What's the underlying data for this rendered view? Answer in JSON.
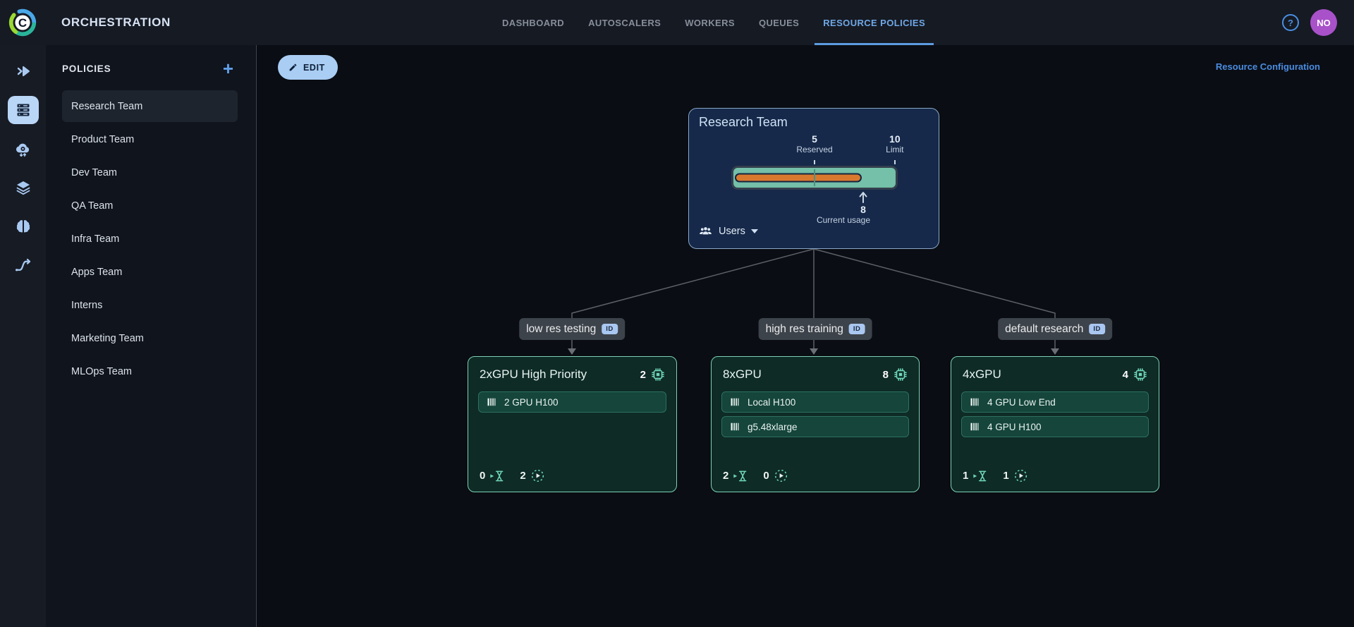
{
  "app": {
    "product": "ORCHESTRATION",
    "logo_letter": "C"
  },
  "nav": {
    "tabs": [
      {
        "label": "DASHBOARD",
        "active": false
      },
      {
        "label": "AUTOSCALERS",
        "active": false
      },
      {
        "label": "WORKERS",
        "active": false
      },
      {
        "label": "QUEUES",
        "active": false
      },
      {
        "label": "RESOURCE POLICIES",
        "active": true
      }
    ],
    "help_label": "?",
    "avatar_initials": "NO"
  },
  "rail": {
    "items": [
      {
        "icon": "fast-forward-icon",
        "active": false
      },
      {
        "icon": "servers-icon",
        "active": true
      },
      {
        "icon": "cloud-gear-icon",
        "active": false
      },
      {
        "icon": "layers-icon",
        "active": false
      },
      {
        "icon": "brain-icon",
        "active": false
      },
      {
        "icon": "pipeline-icon",
        "active": false
      }
    ]
  },
  "sidebar": {
    "title": "POLICIES",
    "add_button": "+",
    "items": [
      {
        "label": "Research Team",
        "selected": true
      },
      {
        "label": "Product Team",
        "selected": false
      },
      {
        "label": "Dev Team",
        "selected": false
      },
      {
        "label": "QA Team",
        "selected": false
      },
      {
        "label": "Infra Team",
        "selected": false
      },
      {
        "label": "Apps Team",
        "selected": false
      },
      {
        "label": "Interns",
        "selected": false
      },
      {
        "label": "Marketing Team",
        "selected": false
      },
      {
        "label": "MLOps Team",
        "selected": false
      }
    ]
  },
  "toolbar": {
    "edit_label": "EDIT",
    "config_link": "Resource Configuration"
  },
  "tree": {
    "root": {
      "title": "Research Team",
      "bar": {
        "limit": 10,
        "reserved": 5,
        "current": 8
      },
      "reserved_value": "5",
      "reserved_label": "Reserved",
      "limit_value": "10",
      "limit_label": "Limit",
      "usage_value": "8",
      "usage_label": "Current usage",
      "users_label": "Users"
    },
    "children": [
      {
        "tag": "low res testing",
        "id_badge": "ID",
        "title": "2xGPU High Priority",
        "gpu_count": "2",
        "queues": [
          "2 GPU H100"
        ],
        "pending_count": "0",
        "running_count": "2"
      },
      {
        "tag": "high res training",
        "id_badge": "ID",
        "title": "8xGPU",
        "gpu_count": "8",
        "queues": [
          "Local H100",
          "g5.48xlarge"
        ],
        "pending_count": "2",
        "running_count": "0"
      },
      {
        "tag": "default research",
        "id_badge": "ID",
        "title": "4xGPU",
        "gpu_count": "4",
        "queues": [
          "4 GPU Low End",
          "4 GPU H100"
        ],
        "pending_count": "1",
        "running_count": "1"
      }
    ]
  },
  "colors": {
    "accent_blue": "#6fa8e6",
    "teal_icon": "#6fd6b8",
    "bar_track": "#74c0a8",
    "bar_fill": "#d9792e",
    "root_card_bg": "#16294a",
    "gpu_card_bg": "#0e2b26",
    "gpu_card_border": "#7ed0b5",
    "avatar_bg": "#a851c9"
  }
}
